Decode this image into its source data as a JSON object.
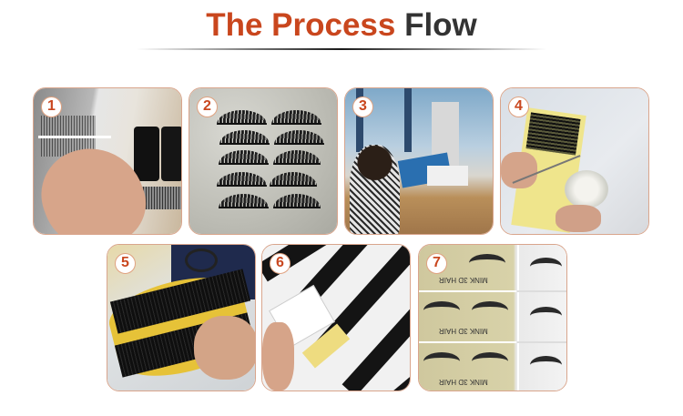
{
  "header": {
    "title_accent": "The Process",
    "title_dark": "Flow",
    "accent_color": "#c9461d",
    "dark_color": "#333333"
  },
  "steps": [
    {
      "number": "1",
      "scene": "hand sorting strips of lash fibers on a combing board"
    },
    {
      "number": "2",
      "scene": "five rows of paired lash strips laid on granite surface"
    },
    {
      "number": "3",
      "scene": "workers seated at machines in eyelash production workshop"
    },
    {
      "number": "4",
      "scene": "trimming lashes on yellow card next to jar of glue"
    },
    {
      "number": "5",
      "scene": "hand holding curled lash strips on yellow curved mold with scissors"
    },
    {
      "number": "6",
      "scene": "rows of black lash strips on white cards with packaged lash trays"
    },
    {
      "number": "7",
      "scene": "finished lashes in MINK 3D HAIR packaging trays"
    }
  ],
  "packaging_label": "MINK 3D HAIR",
  "badge_color": "#c9471f"
}
